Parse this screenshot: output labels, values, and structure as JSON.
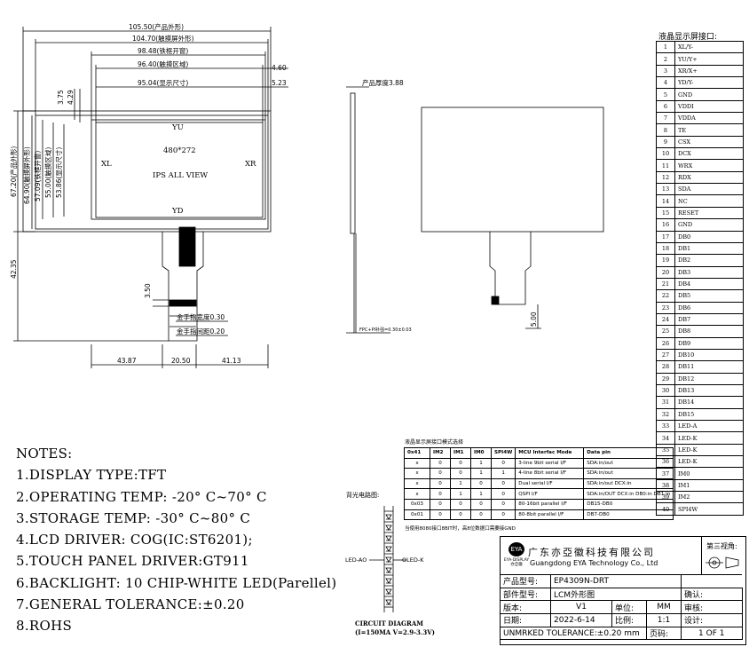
{
  "dimensions": {
    "product_outline": "105.50(产品外形)",
    "touch_outline": "104.70(触摸屏外形)",
    "bezel_opening": "98.48(铁框开窗)",
    "touch_area": "96.40(触摸区域)",
    "display_size": "95.04(显示尺寸)",
    "r_4_60": "4.60",
    "r_5_23": "5.23",
    "l_3_75": "3.75",
    "l_4_29": "4.29",
    "v_67_20": "67.20(产品外形)",
    "v_64_90": "64.90(触摸屏外形)",
    "v_57_09": "57.09(铁框开窗)",
    "v_55_00": "55.00(触摸区域)",
    "v_53_86": "53.86(显示尺寸)",
    "v_42_35": "42.35",
    "v_3_50": "3.50",
    "finger_width": "金手指宽度0.30",
    "finger_pitch": "金手指间距0.20",
    "b_43_87": "43.87",
    "b_20_50": "20.50",
    "b_41_13": "41.13",
    "thickness": "产品厚度3.88",
    "r_5_00": "5.00",
    "fpc_note": "FPC+PI补强=0.30±0.03"
  },
  "display": {
    "yu": "YU",
    "yd": "YD",
    "xl": "XL",
    "xr": "XR",
    "resolution": "480*272",
    "view": "IPS  ALL VIEW"
  },
  "notes": {
    "header": "NOTES:",
    "items": [
      "1.DISPLAY TYPE:TFT",
      "2.OPERATING TEMP: -20° C~70° C",
      "3.STORAGE TEMP: -30° C~80° C",
      "4.LCD DRIVER: COG(IC:ST6201);",
      "5.TOUCH PANEL DRIVER:GT911",
      "6.BACKLIGHT: 10 CHIP-WHITE LED(Parellel)",
      "7.GENERAL TOLERANCE:±0.20",
      "8.ROHS"
    ]
  },
  "pins": {
    "title": "液晶显示屏接口:",
    "rows": [
      [
        "1",
        "XL/Y-"
      ],
      [
        "2",
        "YU/Y+"
      ],
      [
        "3",
        "XR/X+"
      ],
      [
        "4",
        "YD/Y-"
      ],
      [
        "5",
        "GND"
      ],
      [
        "6",
        "VDDI"
      ],
      [
        "7",
        "VDDA"
      ],
      [
        "8",
        "TE"
      ],
      [
        "9",
        "CSX"
      ],
      [
        "10",
        "DCX"
      ],
      [
        "11",
        "WRX"
      ],
      [
        "12",
        "RDX"
      ],
      [
        "13",
        "SDA"
      ],
      [
        "14",
        "NC"
      ],
      [
        "15",
        "RESET"
      ],
      [
        "16",
        "GND"
      ],
      [
        "17",
        "DB0"
      ],
      [
        "18",
        "DB1"
      ],
      [
        "19",
        "DB2"
      ],
      [
        "20",
        "DB3"
      ],
      [
        "21",
        "DB4"
      ],
      [
        "22",
        "DB5"
      ],
      [
        "23",
        "DB6"
      ],
      [
        "24",
        "DB7"
      ],
      [
        "25",
        "DB8"
      ],
      [
        "26",
        "DB9"
      ],
      [
        "27",
        "DB10"
      ],
      [
        "28",
        "DB11"
      ],
      [
        "29",
        "DB12"
      ],
      [
        "30",
        "DB13"
      ],
      [
        "31",
        "DB14"
      ],
      [
        "32",
        "DB15"
      ],
      [
        "33",
        "LED-A"
      ],
      [
        "34",
        "LED-K"
      ],
      [
        "35",
        "LED-K"
      ],
      [
        "36",
        "LED-K"
      ],
      [
        "37",
        "IM0"
      ],
      [
        "38",
        "IM1"
      ],
      [
        "39",
        "IM2"
      ],
      [
        "40",
        "SPI4W"
      ]
    ]
  },
  "mode_table": {
    "title": "液晶显示屏接口模式选择",
    "headers": [
      "0x41",
      "IM2",
      "IM1",
      "IM0",
      "SPI4W",
      "MCU Interfac Mode",
      "Data pin"
    ],
    "rows": [
      [
        "x",
        "0",
        "0",
        "1",
        "0",
        "3-line 9bit serial I/F",
        "SDA:in/out"
      ],
      [
        "x",
        "0",
        "0",
        "1",
        "1",
        "4-line 8bit serial I/F",
        "SDA:in/out"
      ],
      [
        "x",
        "0",
        "1",
        "0",
        "0",
        "Dual serial I/F",
        "SDA:in/out DCX:in"
      ],
      [
        "x",
        "0",
        "1",
        "1",
        "0",
        "QSPI I/F",
        "SDA:in/OUT DCX:in DB0:in DB1:in"
      ],
      [
        "0x03",
        "0",
        "0",
        "0",
        "0",
        "80-16bit parallel I/F",
        "DB15-DB0"
      ],
      [
        "0x01",
        "0",
        "0",
        "0",
        "0",
        "80-8bit parallel I/F",
        "DB7-DB0"
      ]
    ],
    "note": "当使用8080接口8BIT时，高8位数据口需要接GND"
  },
  "circuit": {
    "title": "背光电路图:",
    "led_a": "LED-AO",
    "led_k": "OLED-K",
    "caption_1": "CIRCUIT DIAGRAM",
    "caption_2": "(I=150MA V=2.9-3.3V)"
  },
  "title_block": {
    "company_cn": "广东亦亞徽科技有限公司",
    "company_en": "Guangdong EYA Technology Co., Ltd",
    "logo_text": "EYA-DISPLAY 亦亞徽",
    "third_angle": "第三视角:",
    "product_model_label": "产品型号:",
    "product_model": "EP4309N-DRT",
    "part_model_label": "部件型号:",
    "part_model": "LCM外形图",
    "confirm_label": "确认:",
    "version_label": "版本:",
    "version": "V1",
    "unit_label": "单位:",
    "unit": "MM",
    "review_label": "审核:",
    "date_label": "日期:",
    "date": "2022-6-14",
    "scale_label": "比例:",
    "scale": "1:1",
    "design_label": "设计:",
    "tolerance": "UNMRKED TOLERANCE:±0.20 mm",
    "page_label": "页码:",
    "page": "1 OF 1"
  }
}
